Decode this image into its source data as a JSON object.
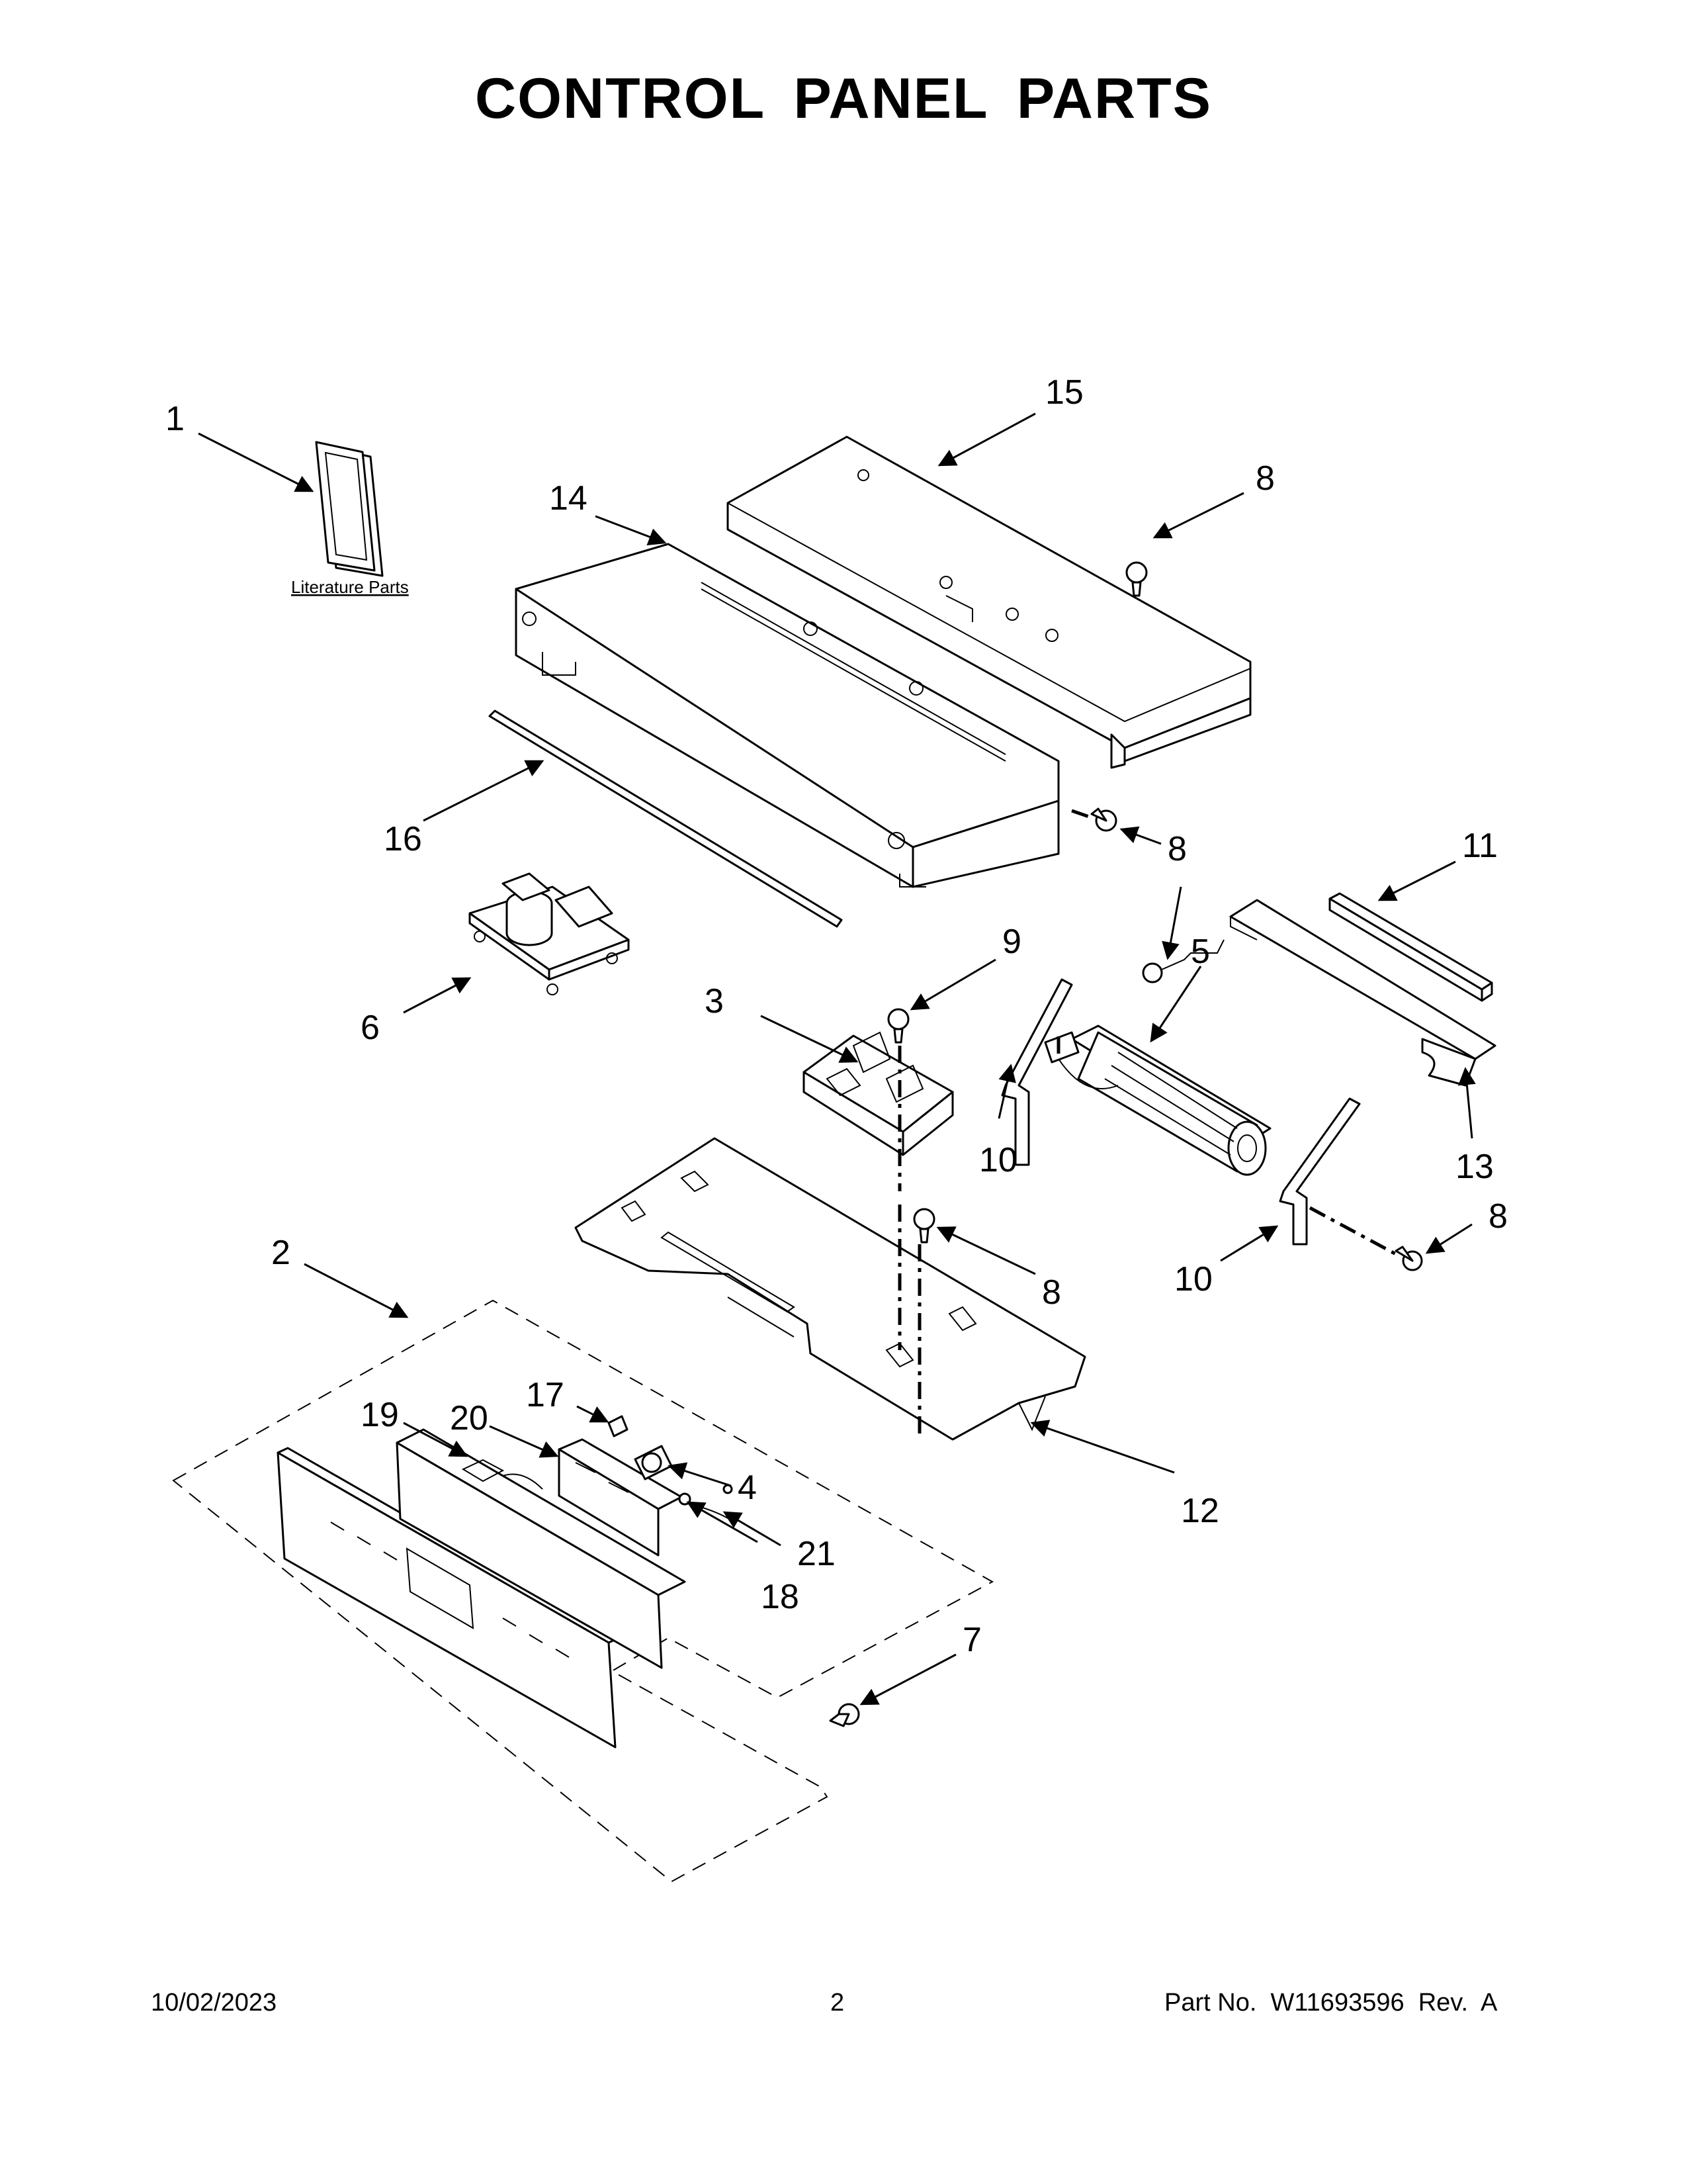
{
  "title": "CONTROL PANEL PARTS",
  "literature_label": "Literature Parts",
  "callouts": [
    "1",
    "15",
    "8",
    "14",
    "16",
    "8",
    "11",
    "6",
    "9",
    "3",
    "5",
    "10",
    "13",
    "8",
    "10",
    "2",
    "8",
    "17",
    "19",
    "20",
    "4",
    "12",
    "21",
    "18",
    "7"
  ],
  "footer": {
    "date": "10/02/2023",
    "page": "2",
    "part_no": "Part No.  W11693596  Rev.  A"
  }
}
